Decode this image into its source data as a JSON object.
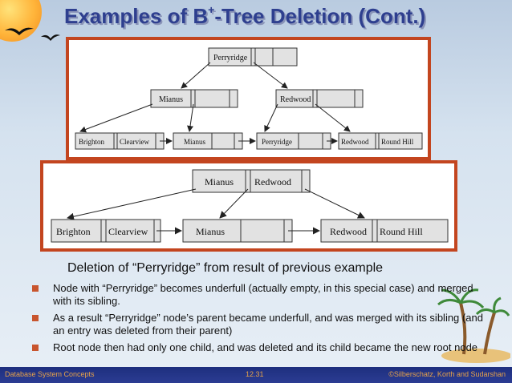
{
  "slide": {
    "title_main": "Examples of B",
    "title_sup": "+",
    "title_rest": "-Tree Deletion (Cont.)",
    "caption": "Deletion of “Perryridge” from result of previous example",
    "bullets": [
      "Node with “Perryridge” becomes underfull (actually empty, in this special case) and merged with its sibling.",
      "As a result “Perryridge” node’s parent became underfull, and was merged with its sibling (and an entry was deleted from their parent)",
      "Root node then had only one child, and was deleted and its child became the new root node"
    ],
    "footer": {
      "left": "Database System Concepts",
      "center": "12.31",
      "right": "©Silberschatz, Korth and Sudarshan"
    }
  },
  "tree_before": {
    "root": [
      "Perryridge"
    ],
    "internal": [
      [
        "Mianus"
      ],
      [
        "Redwood"
      ]
    ],
    "leaves": [
      [
        "Brighton",
        "Clearview"
      ],
      [
        "Mianus"
      ],
      [
        "Perryridge"
      ],
      [
        "Redwood",
        "Round Hill"
      ]
    ]
  },
  "tree_after": {
    "root": [
      "Mianus",
      "Redwood"
    ],
    "leaves": [
      [
        "Brighton",
        "Clearview"
      ],
      [
        "Mianus"
      ],
      [
        "Redwood",
        "Round Hill"
      ]
    ]
  },
  "colors": {
    "title": "#2e3f8f",
    "panel_border": "#c3451f",
    "bullet": "#c8552e",
    "footer_bg": "#1e2f7e",
    "footer_text": "#e6a24a",
    "node_fill": "#e2e2e2"
  }
}
